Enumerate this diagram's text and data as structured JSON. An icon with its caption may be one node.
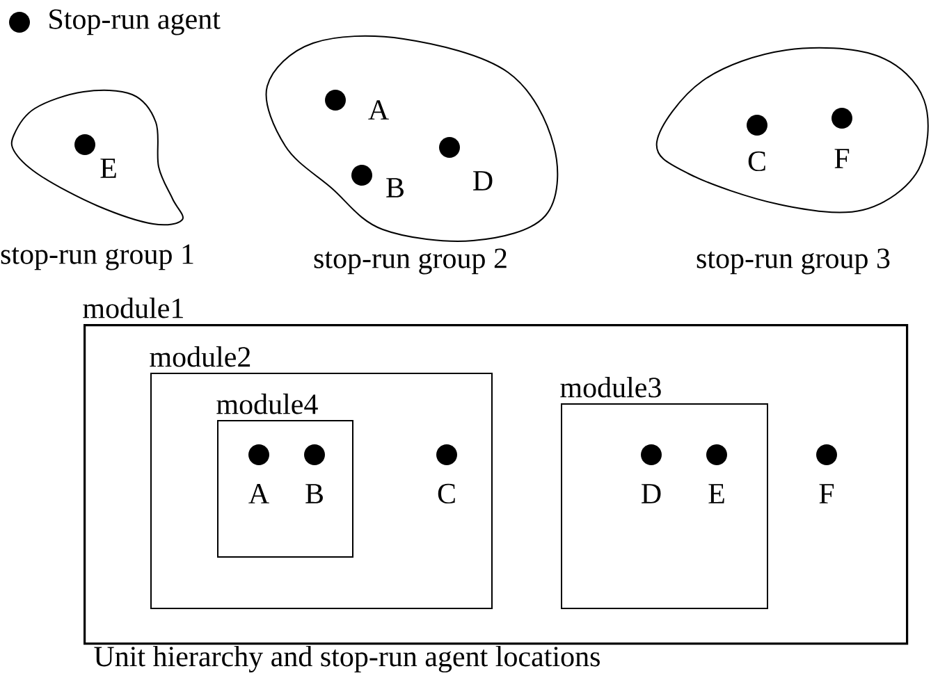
{
  "diagram": {
    "caption": "Unit hierarchy and stop-run agent locations",
    "nodes": [
      {
        "text": [
          "stop-run group 1"
        ]
      },
      {
        "text": [],
        "shape": "circle",
        "in": 0,
        "beside": [
          "E"
        ]
      },
      {
        "text": [
          "stop-run group 2"
        ]
      },
      {
        "text": [],
        "shape": "circle",
        "in": 2,
        "beside": [
          "A"
        ]
      },
      {
        "text": [],
        "shape": "circle",
        "in": 2,
        "beside": [
          "B"
        ]
      },
      {
        "text": [],
        "shape": "circle",
        "in": 2,
        "beside": [
          "D"
        ]
      },
      {
        "text": [
          "stop-run group 3"
        ]
      },
      {
        "text": [],
        "shape": "circle",
        "in": 6,
        "beside": [
          "C"
        ]
      },
      {
        "text": [],
        "shape": "circle",
        "in": 6,
        "beside": [
          "F"
        ]
      },
      {
        "text": [
          "module1"
        ]
      },
      {
        "text": [
          "module2"
        ],
        "in": 9
      },
      {
        "text": [
          "module4"
        ],
        "in": 10
      },
      {
        "text": [],
        "shape": "circle",
        "in": 11,
        "beside": [
          "A"
        ]
      },
      {
        "text": [],
        "shape": "circle",
        "in": 11,
        "beside": [
          "B"
        ]
      },
      {
        "text": [],
        "shape": "circle",
        "in": 10,
        "beside": [
          "C"
        ]
      },
      {
        "text": [
          "module3"
        ],
        "in": 9
      },
      {
        "text": [],
        "shape": "circle",
        "in": 15,
        "beside": [
          "D"
        ]
      },
      {
        "text": [],
        "shape": "circle",
        "in": 15,
        "beside": [
          "E"
        ]
      },
      {
        "text": [],
        "shape": "circle",
        "in": 9,
        "beside": [
          "F"
        ]
      }
    ],
    "legend": [
      {
        "text": "Stop-run agent"
      }
    ]
  }
}
